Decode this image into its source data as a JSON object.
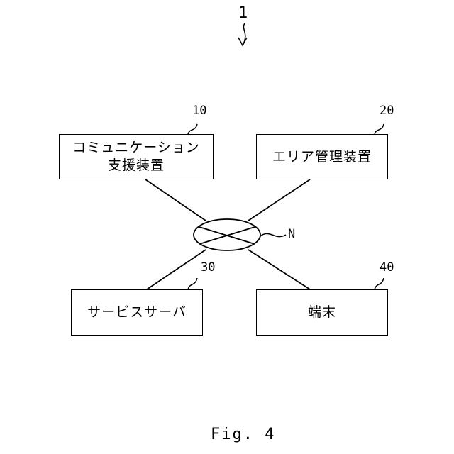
{
  "figure": {
    "number": "1",
    "caption": "Fig. 4"
  },
  "nodes": {
    "comm_support": {
      "ref": "10",
      "label": "コミュニケーション\n支援装置"
    },
    "area_mgmt": {
      "ref": "20",
      "label": "エリア管理装置"
    },
    "service_server": {
      "ref": "30",
      "label": "サービスサーバ"
    },
    "terminal": {
      "ref": "40",
      "label": "端末"
    }
  },
  "network": {
    "ref": "N"
  }
}
